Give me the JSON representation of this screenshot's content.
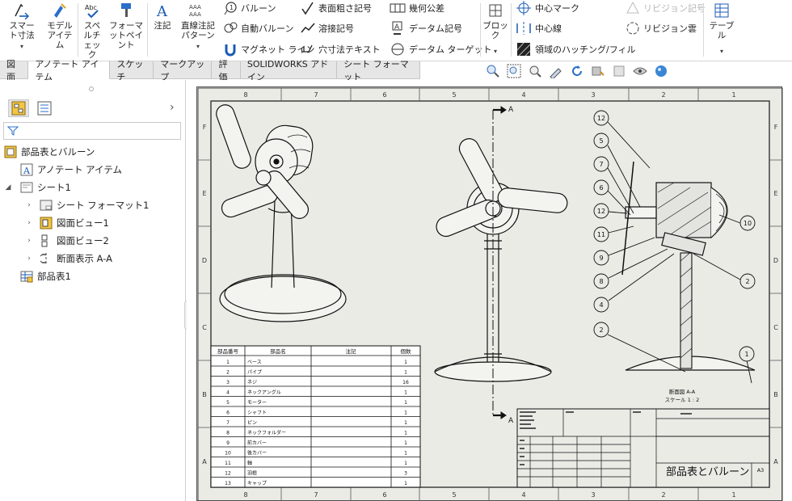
{
  "ribbon": {
    "smart_dim": "スマート寸法",
    "model_items": "モデルアイテム",
    "spell_check": "スペルチェック",
    "format_paint": "フォーマットペイント",
    "note": "注記",
    "linear_note": "直線注記パターン",
    "balloon": "バルーン",
    "auto_balloon": "自動バルーン",
    "magnet_line": "マグネット ライン",
    "surface_finish": "表面粗さ記号",
    "weld_symbol": "溶接記号",
    "hole_callout": "穴寸法テキスト",
    "gdt": "幾何公差",
    "datum_feature": "データム記号",
    "datum_target": "データム ターゲット",
    "blocks": "ブロック",
    "center_mark": "中心マーク",
    "centerline": "中心線",
    "area_hatch": "領域のハッチング/フィル",
    "revision_symbol": "リビジョン記号",
    "revision_cloud": "リビジョン雲",
    "tables": "テーブル"
  },
  "tabs": [
    "図面",
    "アノテート アイテム",
    "スケッチ",
    "マークアップ",
    "評価",
    "SOLIDWORKS アドイン",
    "シート フォーマット"
  ],
  "active_tab": 1,
  "tree": {
    "root": "部品表とバルーン",
    "annotations": "アノテート アイテム",
    "sheet": "シート1",
    "sheet_format": "シート フォーマット1",
    "view1": "図面ビュー1",
    "view2": "図面ビュー2",
    "section_view": "断面表示 A-A",
    "bom": "部品表1"
  },
  "sheet": {
    "zones_top": [
      "8",
      "7",
      "6",
      "5",
      "4",
      "3",
      "2",
      "1"
    ],
    "zones_side": [
      "F",
      "E",
      "D",
      "C",
      "B",
      "A"
    ],
    "section_letter": "A",
    "section_caption": "断面図 A-A",
    "section_scale": "スケール 1 : 2",
    "title_text": "部品表とバルーン",
    "size": "A3"
  },
  "bom": {
    "headers": [
      "部品番号",
      "部品名",
      "注記",
      "個数"
    ],
    "rows": [
      [
        "1",
        "ベース",
        "",
        "1"
      ],
      [
        "2",
        "パイプ",
        "",
        "1"
      ],
      [
        "3",
        "ネジ",
        "",
        "16"
      ],
      [
        "4",
        "ネックアングル",
        "",
        "1"
      ],
      [
        "5",
        "モーター",
        "",
        "1"
      ],
      [
        "6",
        "シャフト",
        "",
        "1"
      ],
      [
        "7",
        "ピン",
        "",
        "1"
      ],
      [
        "8",
        "ネックフォルダー",
        "",
        "1"
      ],
      [
        "9",
        "前カバー",
        "",
        "1"
      ],
      [
        "10",
        "後カバー",
        "",
        "1"
      ],
      [
        "11",
        "軸",
        "",
        "1"
      ],
      [
        "12",
        "羽根",
        "",
        "3"
      ],
      [
        "13",
        "キャップ",
        "",
        "1"
      ]
    ]
  },
  "balloons": [
    "12",
    "5",
    "7",
    "6",
    "12",
    "11",
    "9",
    "8",
    "4",
    "2",
    "10",
    "2",
    "1"
  ]
}
